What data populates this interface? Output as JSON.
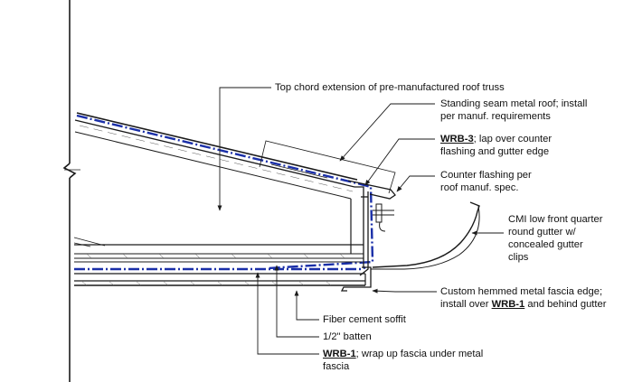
{
  "callouts": {
    "truss": {
      "text": "Top chord extension of pre-manufactured roof truss"
    },
    "roof": {
      "line1": "Standing seam metal roof; install",
      "line2": "per manuf. requirements"
    },
    "wrb3": {
      "tag": "WRB-3",
      "rest": "; lap over counter",
      "line2": "flashing and gutter edge"
    },
    "counter": {
      "line1": "Counter flashing per",
      "line2": "roof manuf. spec."
    },
    "gutter": {
      "line1": "CMI low front quarter",
      "line2": "round gutter w/",
      "line3": "concealed gutter",
      "line4": "clips"
    },
    "fascia": {
      "line1": "Custom hemmed metal fascia edge;",
      "pre": "install over ",
      "tag": "WRB-1",
      "post": " and behind gutter"
    },
    "soffit": {
      "text": "Fiber cement soffit"
    },
    "batten": {
      "text": "1/2\" batten"
    },
    "wrb1": {
      "tag": "WRB-1",
      "rest": "; wrap up fascia under metal",
      "line2": "fascia"
    }
  },
  "colors": {
    "line": "#1a1a1a",
    "wrb": "#1a2fa8",
    "hatch": "#555555"
  }
}
